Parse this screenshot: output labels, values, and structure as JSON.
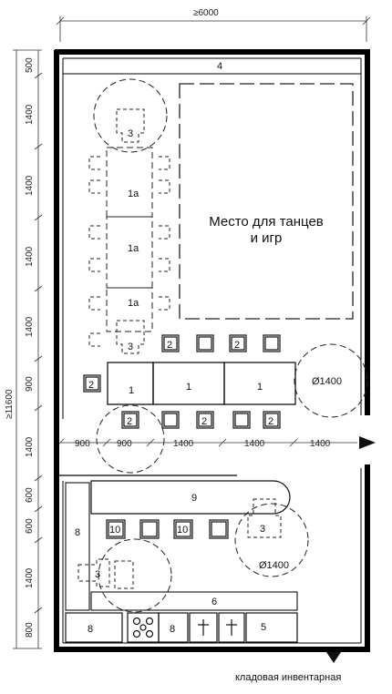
{
  "dims": {
    "width": "≥6000",
    "height": "≥11600",
    "v": [
      "500",
      "1400",
      "1400",
      "1400",
      "1400",
      "900",
      "1400",
      "600",
      "600",
      "1400",
      "800"
    ],
    "h": [
      "900",
      "900",
      "1400",
      "1400",
      "1400"
    ],
    "circle_a": "Ø1400",
    "circle_b": "Ø1400"
  },
  "labels": {
    "dance_area": [
      "Место для танцев",
      "и игр"
    ],
    "zone_4": "4",
    "zone_9": "9",
    "zone_6": "6",
    "zone_8_top": "8",
    "zone_8_bottom_left": "8",
    "zone_8_bottom_mid": "8",
    "zone_5": "5",
    "sofa_3_top": "3",
    "sofa_3_mid": "3",
    "sofa_3_right": "3",
    "sofa_3_low": "3",
    "table_1a_1": "1a",
    "table_1a_2": "1a",
    "table_1a_3": "1a",
    "table_1_a": "1",
    "table_1_b": "1",
    "table_1_c": "1",
    "chair_2": [
      "2",
      "2",
      "2",
      "2",
      "2",
      "2"
    ],
    "unit_10": [
      "10",
      "10"
    ],
    "caption": "кладовая инвентарная"
  }
}
